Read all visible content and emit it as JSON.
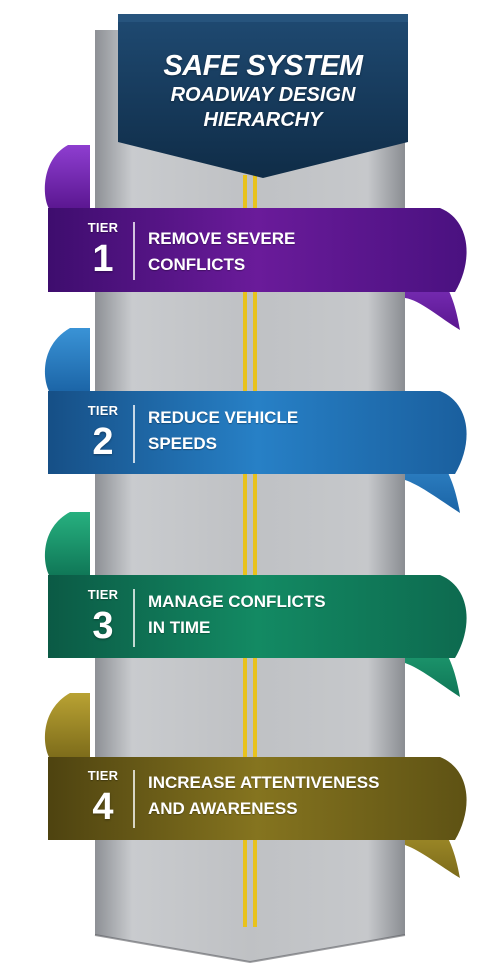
{
  "header": {
    "line1": "SAFE SYSTEM",
    "line2": "ROADWAY DESIGN",
    "line3": "HIERARCHY",
    "color": "#15395c"
  },
  "tiers": [
    {
      "label": "TIER",
      "number": "1",
      "title_line1": "REMOVE SEVERE",
      "title_line2": "CONFLICTS",
      "color": "#6a1b9a"
    },
    {
      "label": "TIER",
      "number": "2",
      "title_line1": "REDUCE VEHICLE",
      "title_line2": "SPEEDS",
      "color": "#1e73b8"
    },
    {
      "label": "TIER",
      "number": "3",
      "title_line1": "MANAGE CONFLICTS",
      "title_line2": "IN TIME",
      "color": "#0e7a5a"
    },
    {
      "label": "TIER",
      "number": "4",
      "title_line1": "INCREASE ATTENTIVENESS",
      "title_line2": "AND AWARENESS",
      "color": "#7a6a1a"
    }
  ],
  "road": {
    "surface_color": "#b9bcc0",
    "line_color": "#e8c21c"
  }
}
